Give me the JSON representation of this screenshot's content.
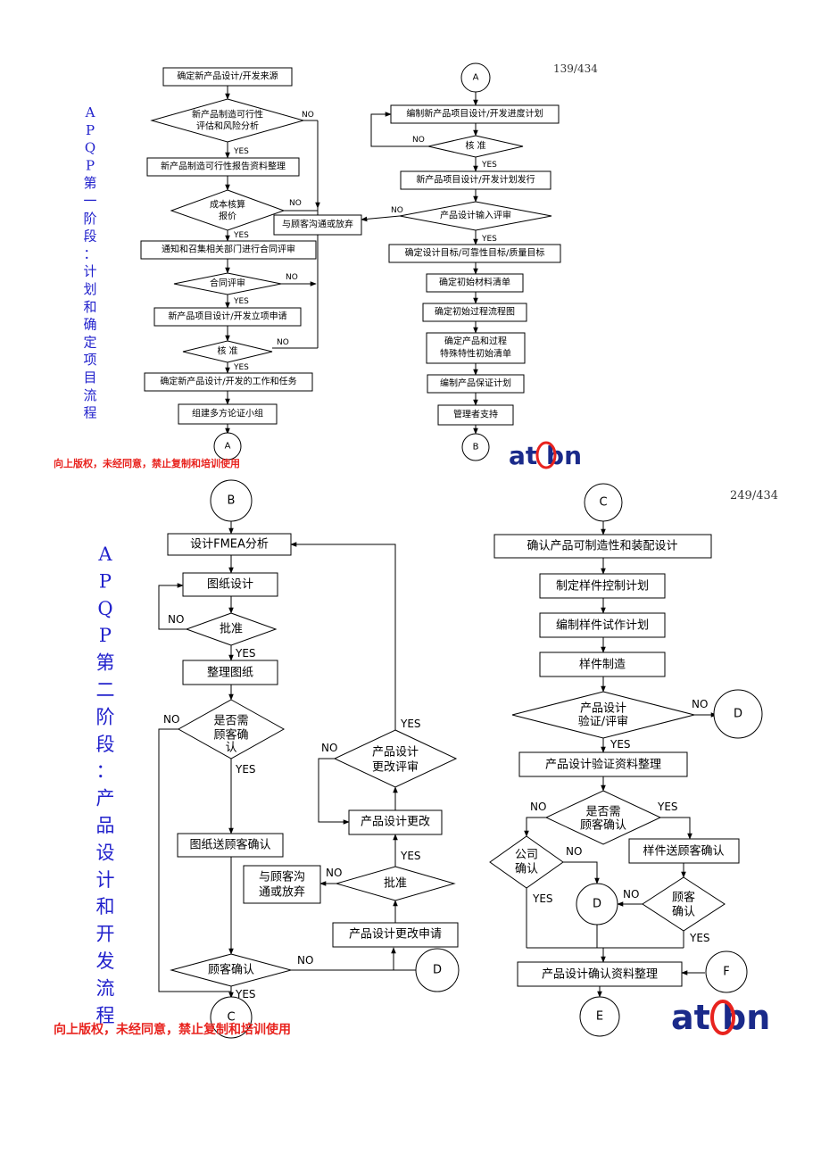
{
  "p1": {
    "page_no": "139/434",
    "side_title": "APQP第一阶段：计划和确定项目流程",
    "b1": "确定新产品设计/开发来源",
    "d1a": "新产品制造可行性",
    "d1b": "评估和风险分析",
    "b2": "新产品制造可行性报告资料整理",
    "d2a": "成本核算",
    "d2b": "报价",
    "b3": "通知和召集相关部门进行合同评审",
    "d3": "合同评审",
    "b4": "新产品项目设计/开发立项申请",
    "d4": "核 准",
    "b5": "确定新产品设计/开发的工作和任务",
    "b6": "组建多方论证小组",
    "giveup": "与顾客沟通或放弃",
    "cA_bottom": "A",
    "cA_top": "A",
    "r1": "编制新产品项目设计/开发进度计划",
    "rd1": "核 准",
    "r2": "新产品项目设计/开发计划发行",
    "rd2": "产品设计输入评审",
    "r3": "确定设计目标/可靠性目标/质量目标",
    "r4": "确定初始材料清单",
    "r5": "确定初始过程流程图",
    "r6a": "确定产品和过程",
    "r6b": "特殊特性初始清单",
    "r7": "编制产品保证计划",
    "r8": "管理者支持",
    "cB": "B",
    "yes": "YES",
    "no": "NO",
    "copyright": "向上版权，未经同意，禁止复制和培训使用",
    "logo": "at bn"
  },
  "p2": {
    "page_no": "249/434",
    "side_title": "APQP第二阶段：产品设计和开发流程",
    "cB": "B",
    "b1": "设计FMEA分析",
    "b2": "图纸设计",
    "d1": "批准",
    "b3": "整理图纸",
    "d2a": "是否需",
    "d2b": "顾客确",
    "d2c": "认",
    "b4": "图纸送顾客确认",
    "d3": "顾客确认",
    "cC_bottom": "C",
    "m_d1a": "产品设计",
    "m_d1b": "更改评审",
    "m_b1": "产品设计更改",
    "m_d2": "批准",
    "m_giveup_a": "与顾客沟",
    "m_giveup_b": "通或放弃",
    "m_b2": "产品设计更改申请",
    "cD_mid": "D",
    "cC_top": "C",
    "r1": "确认产品可制造性和装配设计",
    "r2": "制定样件控制计划",
    "r3": "编制样件试作计划",
    "r4": "样件制造",
    "rd1a": "产品设计",
    "rd1b": "验证/评审",
    "cD_r1": "D",
    "r5": "产品设计验证资料整理",
    "rd2a": "是否需",
    "rd2b": "顾客确认",
    "rd3a": "公司",
    "rd3b": "确认",
    "r6": "样件送顾客确认",
    "cD_r2": "D",
    "rd4a": "顾客",
    "rd4b": "确认",
    "r7": "产品设计确认资料整理",
    "cF": "F",
    "cE": "E",
    "yes": "YES",
    "no": "NO",
    "copyright": "向上版权，未经同意，禁止复制和培训使用",
    "logo": "at bn"
  },
  "colors": {
    "title_blue": "#2222cc",
    "copyright_red": "#e8231e",
    "logo_navy": "#1a2a8a"
  }
}
